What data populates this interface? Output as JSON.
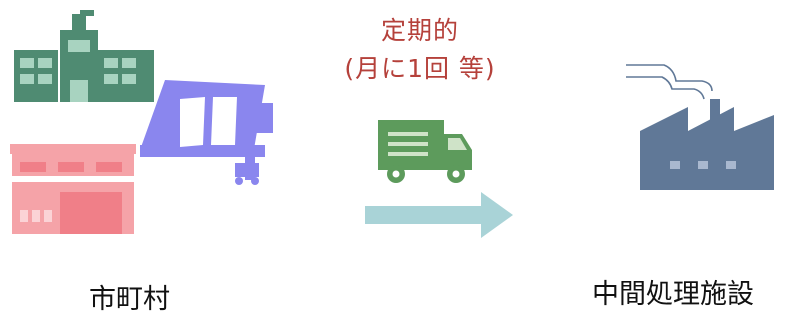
{
  "schedule": {
    "line1": "定期的",
    "line2": "(月に1回 等)"
  },
  "labels": {
    "source": "市町村",
    "destination": "中間処理施設"
  },
  "colors": {
    "school": "#4f8b72",
    "warehouse": "#8a86ee",
    "shop": "#f5a3a8",
    "truck": "#5d9b5c",
    "arrow": "#a9d3d7",
    "factory": "#607897",
    "accent_text": "#b5413b"
  }
}
